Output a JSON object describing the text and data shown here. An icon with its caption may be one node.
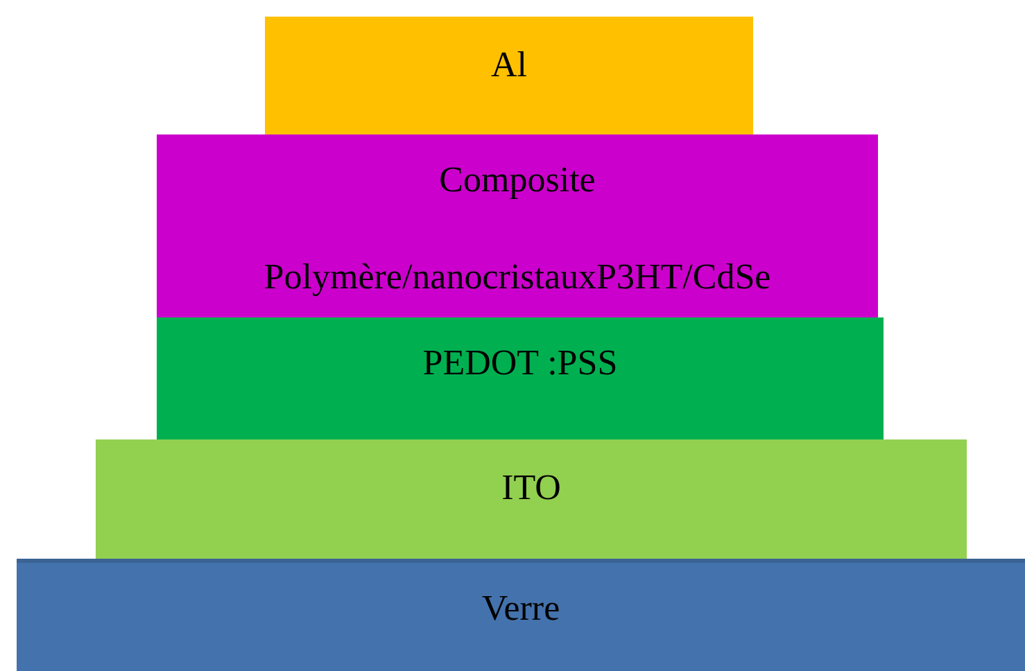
{
  "diagram": {
    "nodes": [
      {
        "text": [
          "Al"
        ]
      },
      {
        "text": [
          "Composite",
          "Polymère/nanocristauxP3HT/CdSe"
        ]
      },
      {
        "text": [
          "PEDOT :PSS"
        ]
      },
      {
        "text": [
          "ITO"
        ]
      },
      {
        "text": [
          "Verre"
        ]
      }
    ]
  }
}
